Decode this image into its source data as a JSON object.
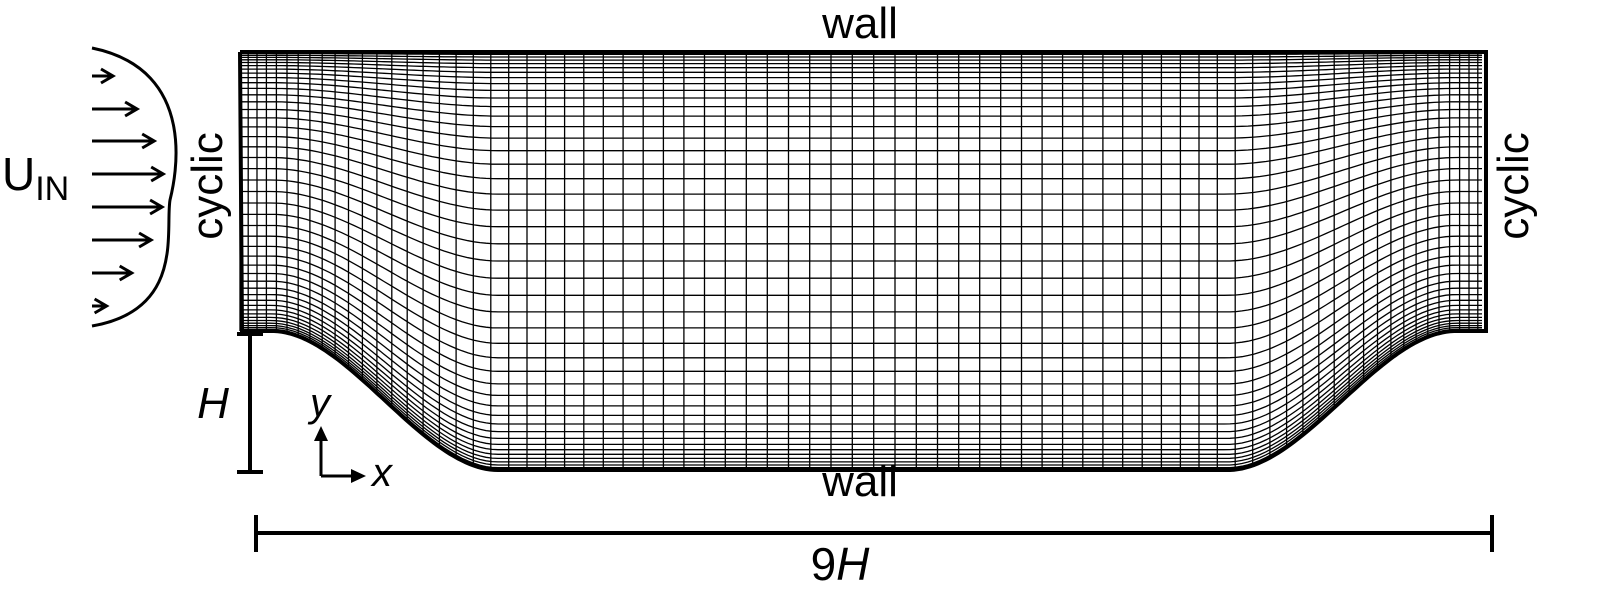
{
  "labels": {
    "top_wall": "wall",
    "bottom_wall": "wall",
    "left_boundary": "cyclic",
    "right_boundary": "cyclic",
    "inlet_symbol": "U",
    "inlet_subscript": "IN",
    "height_label": "H",
    "length_prefix": "9",
    "length_symbol": "H",
    "x_axis": "x",
    "y_axis": "y"
  },
  "colors": {
    "ink": "#000000",
    "background": "#ffffff"
  },
  "icons": [
    "inlet-velocity-profile",
    "axis-arrows",
    "dimension-bar"
  ]
}
